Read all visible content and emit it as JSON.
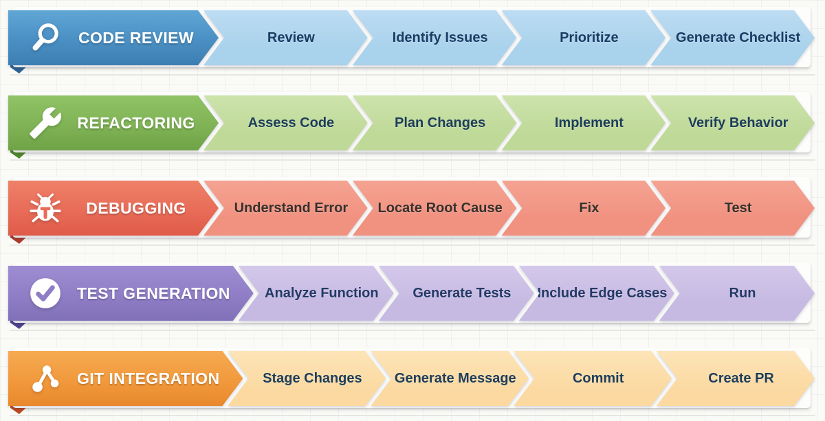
{
  "rows": [
    {
      "title": "CODE REVIEW",
      "icon": "magnifier-icon",
      "steps": [
        "Review",
        "Identify Issues",
        "Prioritize",
        "Generate Checklist"
      ],
      "colors": {
        "header": "#4a8fc3",
        "header_light": "#5fa6d5",
        "header_dark": "#3c7eb2",
        "step": "#a9d2ec",
        "step_light": "#bcdcf2",
        "step_text": "#1b3c63",
        "fold": "#2a6396",
        "header_text": "#ffffff"
      }
    },
    {
      "title": "REFACTORING",
      "icon": "wrench-icon",
      "steps": [
        "Assess Code",
        "Plan Changes",
        "Implement",
        "Verify Behavior"
      ],
      "colors": {
        "header": "#7fb355",
        "header_light": "#90c266",
        "header_dark": "#6ea246",
        "step": "#bfd998",
        "step_light": "#cce3ab",
        "step_text": "#1d3d5a",
        "fold": "#4e8a27",
        "header_text": "#ffffff"
      }
    },
    {
      "title": "DEBUGGING",
      "icon": "bug-icon",
      "steps": [
        "Understand Error",
        "Locate Root Cause",
        "Fix",
        "Test"
      ],
      "colors": {
        "header": "#e86c58",
        "header_light": "#ef8068",
        "header_dark": "#de5b48",
        "step": "#f19180",
        "step_light": "#f5a392",
        "step_text": "#37312b",
        "fold": "#b23c2a",
        "header_text": "#ffffff"
      }
    },
    {
      "title": "TEST GENERATION",
      "icon": "check-circle-icon",
      "steps": [
        "Analyze Function",
        "Generate Tests",
        "Include Edge Cases",
        "Run"
      ],
      "colors": {
        "header": "#8f7ec6",
        "header_light": "#9e8dd2",
        "header_dark": "#8070b7",
        "step": "#c6b9e2",
        "step_light": "#d3c8ea",
        "step_text": "#243a66",
        "fold": "#4e4491",
        "header_text": "#ffffff"
      }
    },
    {
      "title": "GIT INTEGRATION",
      "icon": "git-branch-icon",
      "steps": [
        "Stage Changes",
        "Generate Message",
        "Commit",
        "Create PR"
      ],
      "colors": {
        "header": "#f1993c",
        "header_light": "#f6aa52",
        "header_dark": "#e8882c",
        "step": "#fbd9a1",
        "step_light": "#fde4b7",
        "step_text": "#1d3d5a",
        "fold": "#c24a20",
        "header_text": "#ffffff"
      }
    }
  ],
  "layout_note": ""
}
